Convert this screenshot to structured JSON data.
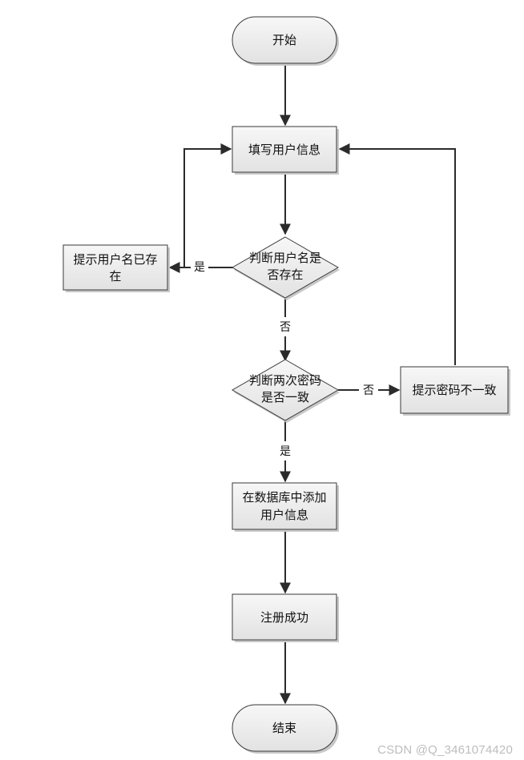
{
  "nodes": {
    "start": "开始",
    "fill_info": "填写用户信息",
    "check_name": [
      "判断用户名是",
      "否存在"
    ],
    "name_exists": [
      "提示用户名已存",
      "在"
    ],
    "check_pwd": [
      "判断两次密码",
      "是否一致"
    ],
    "pwd_mismatch": "提示密码不一致",
    "add_db": [
      "在数据库中添加",
      "用户信息"
    ],
    "success": "注册成功",
    "end": "结束"
  },
  "edges": {
    "name_yes": "是",
    "name_no": "否",
    "pwd_no": "否",
    "pwd_yes": "是"
  },
  "watermark": "CSDN @Q_3461074420"
}
